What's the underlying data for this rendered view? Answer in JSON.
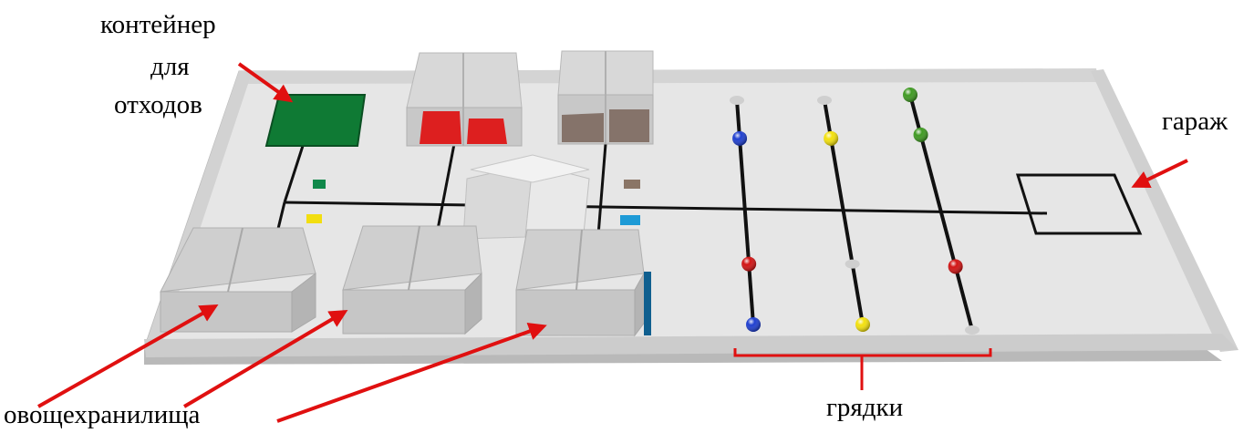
{
  "labels": {
    "container_line1": "контейнер",
    "container_line2": "для",
    "container_line3": "отходов",
    "garage": "гараж",
    "storages": "овощехранилища",
    "beds": "грядки"
  },
  "colors": {
    "background": "#ffffff",
    "board": "#e6e6e6",
    "wall": "#d2d2d2",
    "annotation_arrow": "#e01010",
    "track_line": "#111111",
    "waste_container": "#0f7a34",
    "ball_blue": "#1f3fd0",
    "ball_yellow": "#f3e10e",
    "ball_green": "#3f9a22",
    "ball_red": "#d21414",
    "ball_grey": "#cfcfcf",
    "marker_green": "#10884a",
    "marker_yellow": "#f2de10",
    "marker_brown": "#8a7566",
    "marker_blue": "#1d9ad6",
    "storage_red": "#dd1f1f",
    "storage_brown": "#85736a",
    "storage_blue_edge": "#0f5f8f"
  },
  "icons": {
    "storage": "storage-box-icon",
    "ball": "ball-icon",
    "marker": "color-marker-icon",
    "garage": "garage-square-icon",
    "waste": "waste-container-icon"
  },
  "beds": [
    {
      "name": "bed-1",
      "balls": [
        "ball_grey",
        "ball_blue",
        "ball_red",
        "ball_blue"
      ]
    },
    {
      "name": "bed-2",
      "balls": [
        "ball_grey",
        "ball_yellow",
        "ball_grey",
        "ball_yellow"
      ]
    },
    {
      "name": "bed-3",
      "balls": [
        "ball_green",
        "ball_green",
        "ball_red",
        "ball_grey"
      ]
    }
  ]
}
